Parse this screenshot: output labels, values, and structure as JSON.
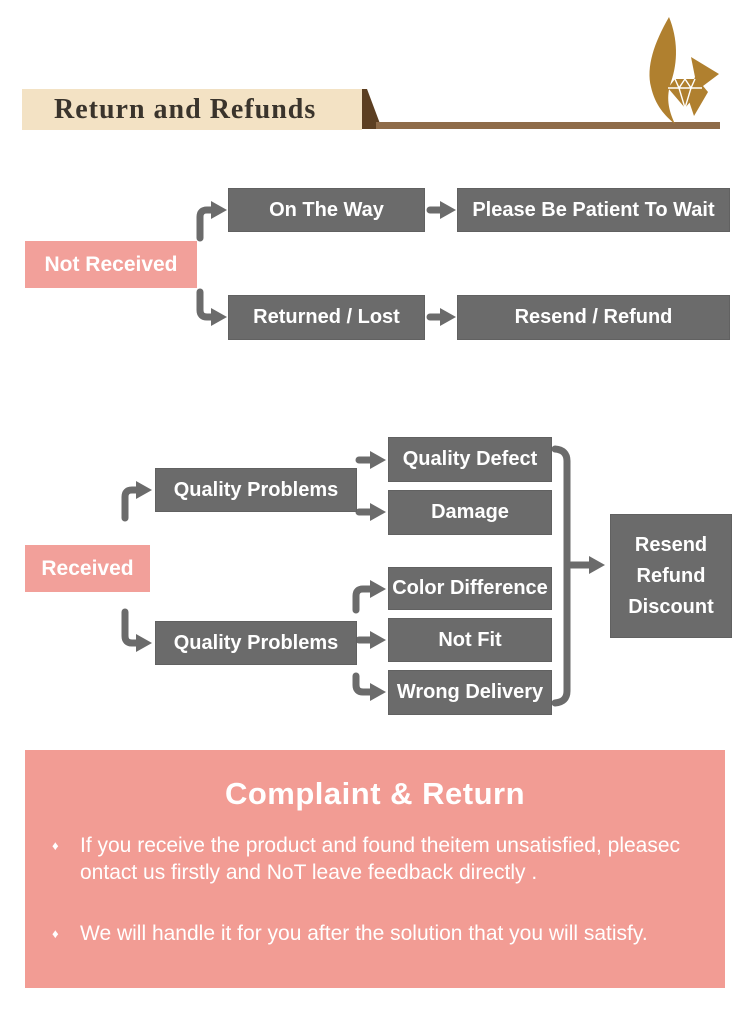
{
  "colors": {
    "accent_pink": "#F2A09A",
    "panel_pink": "#F29C94",
    "box_gray": "#6B6B6B",
    "box_border": "#616161",
    "banner_cream": "#F3E2C4",
    "banner_text": "#3A342C",
    "bar_brown": "#8E6B49",
    "fold_brown": "#5C3F22",
    "gold": "#B0802F",
    "text_white": "#FFFFFF"
  },
  "icons": {
    "logo": "flame-diamond-logo",
    "connector": "elbow-arrow",
    "arrow": "right-arrow",
    "bracket": "curly-bracket-line",
    "bullet": "diamond-bullet"
  },
  "header": {
    "title": "Return and Refunds"
  },
  "flow_not_received": {
    "source": "Not Received",
    "branches": [
      {
        "condition": "On The Way",
        "outcome": "Please Be Patient To Wait"
      },
      {
        "condition": "Returned / Lost",
        "outcome": "Resend / Refund"
      }
    ]
  },
  "flow_received": {
    "source": "Received",
    "group_top": {
      "condition": "Quality Problems",
      "outcomes": [
        "Quality Defect",
        "Damage"
      ]
    },
    "group_bottom": {
      "condition": "Quality Problems",
      "outcomes": [
        "Color Difference",
        "Not Fit",
        "Wrong Delivery"
      ]
    },
    "result": {
      "lines": [
        "Resend",
        "Refund",
        "Discount"
      ]
    }
  },
  "complaint": {
    "title": "Complaint & Return",
    "bullets": [
      {
        "lines": [
          "If you receive the product and found theitem unsatisfied, pleasec",
          "ontact us firstly and NoT leave feedback directly ."
        ]
      },
      {
        "lines": [
          "We will handle it for you after the solution that you will satisfy."
        ]
      }
    ]
  }
}
